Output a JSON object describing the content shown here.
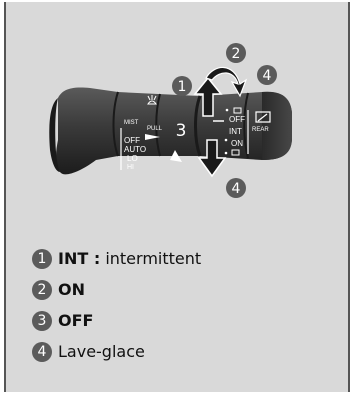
{
  "lever": {
    "front_labels": [
      "MIST",
      "OFF",
      "AUTO",
      "LO",
      "HI"
    ],
    "pull_label": "PULL",
    "side_labels": [
      "OFF",
      "INT",
      "ON"
    ],
    "rear_label": "REAR"
  },
  "callouts": [
    "1",
    "2",
    "3",
    "4",
    "4"
  ],
  "legend": [
    {
      "num": "1",
      "bold": "INT :",
      "text": " intermittent"
    },
    {
      "num": "2",
      "bold": "ON",
      "text": ""
    },
    {
      "num": "3",
      "bold": "OFF",
      "text": ""
    },
    {
      "num": "4",
      "bold": "",
      "text": "Lave-glace"
    }
  ],
  "colors": {
    "panel": "#d9d9d9",
    "badge": "#5b5b5b",
    "lever": "#3a3a3a",
    "lever_dark": "#1f1f1f"
  }
}
